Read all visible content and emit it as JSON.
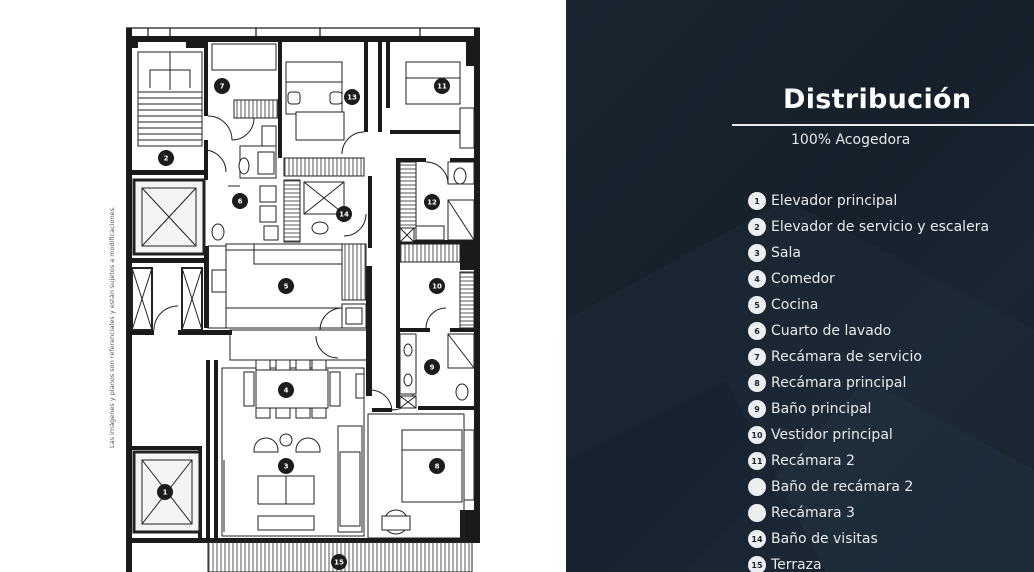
{
  "disclaimer": "Las imágenes y planos son referenciales y están sujetos a modificaciones.",
  "panel": {
    "title": "Distribución",
    "subtitle": "100% Acogedora"
  },
  "legend": [
    {
      "num": "1",
      "label": "Elevador principal"
    },
    {
      "num": "2",
      "label": "Elevador de servicio y escalera"
    },
    {
      "num": "3",
      "label": "Sala"
    },
    {
      "num": "4",
      "label": "Comedor"
    },
    {
      "num": "5",
      "label": "Cocina"
    },
    {
      "num": "6",
      "label": "Cuarto de lavado"
    },
    {
      "num": "7",
      "label": "Recámara de servicio"
    },
    {
      "num": "8",
      "label": "Recámara principal"
    },
    {
      "num": "9",
      "label": "Baño principal"
    },
    {
      "num": "10",
      "label": "Vestidor principal"
    },
    {
      "num": "11",
      "label": "Recámara 2"
    },
    {
      "num": "",
      "label": "Baño de recámara 2"
    },
    {
      "num": "",
      "label": "Recámara 3"
    },
    {
      "num": "14",
      "label": "Baño de visitas"
    },
    {
      "num": "15",
      "label": "Terraza"
    }
  ],
  "room_markers": [
    "1",
    "2",
    "3",
    "4",
    "5",
    "6",
    "7",
    "8",
    "9",
    "10",
    "11",
    "12",
    "13",
    "14",
    "15"
  ],
  "colors": {
    "panel_bg": "#15202b",
    "wall": "#1a1a1a",
    "badge_bg": "#eceef0",
    "text_light": "#e9ecef"
  }
}
